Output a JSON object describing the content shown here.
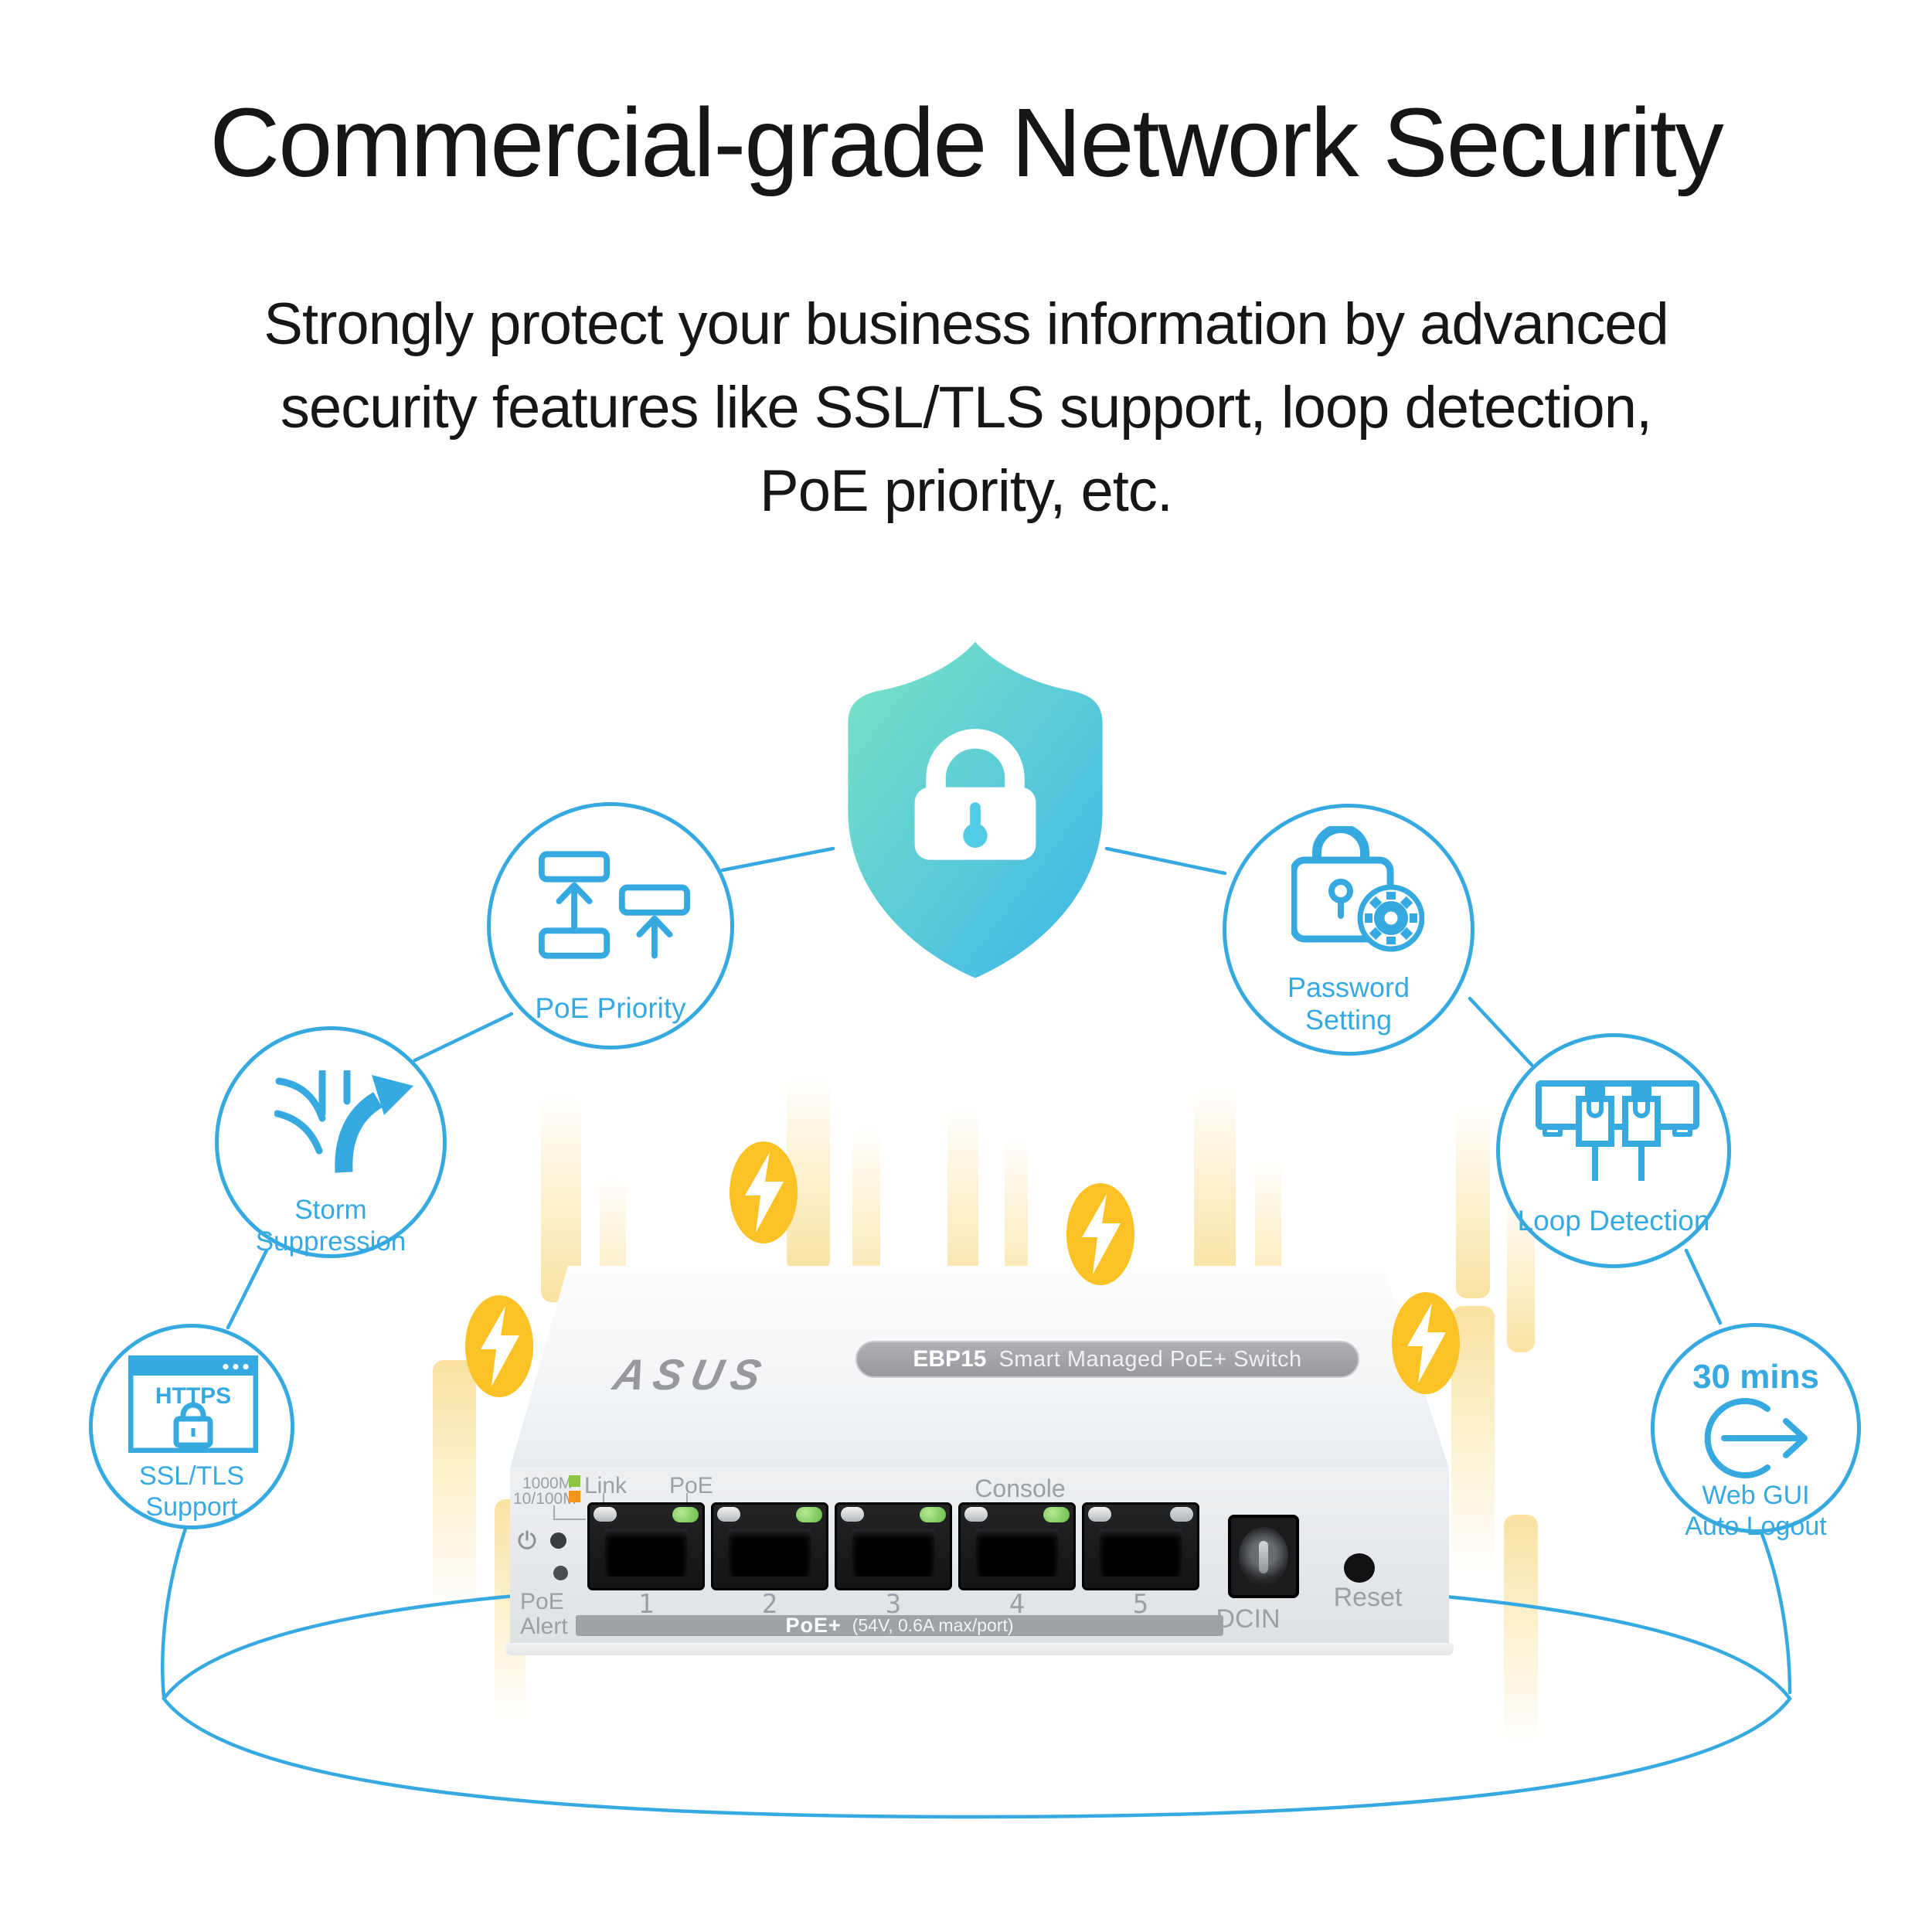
{
  "colors": {
    "accent_blue": "#36A9E1",
    "shield_teal": "#7BE3C4",
    "shield_blue": "#3CB5EA",
    "bolt_yellow": "#FBC226",
    "led_green": "#8CC63F",
    "led_orange": "#F7941E"
  },
  "header": {
    "title": "Commercial-grade Network Security",
    "subtitle_line1": "Strongly protect your business information by advanced",
    "subtitle_line2": "security features like SSL/TLS support, loop detection,",
    "subtitle_line3": "PoE priority, etc."
  },
  "features": {
    "poe_priority": {
      "label": "PoE Priority"
    },
    "password_setting": {
      "line1": "Password",
      "line2": "Setting"
    },
    "storm_suppression": {
      "line1": "Storm",
      "line2": "Suppression"
    },
    "loop_detection": {
      "label": "Loop Detection"
    },
    "ssl_tls": {
      "icon_text": "HTTPS",
      "line1": "SSL/TLS",
      "line2": "Support"
    },
    "web_gui": {
      "badge": "30 mins",
      "line1": "Web GUI",
      "line2": "Auto Logout"
    }
  },
  "device": {
    "brand": "ASUS",
    "model": "EBP15",
    "model_name": "Smart Managed PoE+ Switch",
    "panel": {
      "legend_fast": "1000M",
      "legend_slow": "10/100M",
      "link": "Link",
      "poe": "PoE",
      "console": "Console",
      "poe_alert_1": "PoE",
      "poe_alert_2": "Alert",
      "ports": [
        "1",
        "2",
        "3",
        "4",
        "5"
      ],
      "poe_plus": "PoE+",
      "poe_spec": "(54V, 0.6A max/port)",
      "dcin": "DCIN",
      "reset": "Reset"
    }
  }
}
